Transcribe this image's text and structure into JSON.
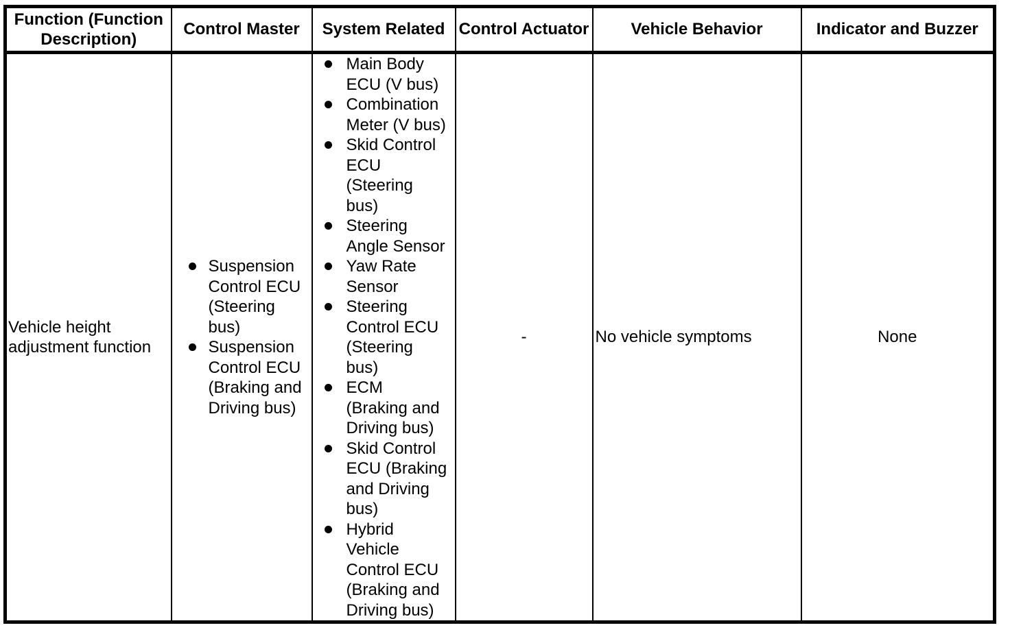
{
  "colors": {
    "border": "#000000",
    "background": "#ffffff",
    "text": "#000000"
  },
  "table": {
    "headers": [
      "Function (Function Description)",
      "Control Master",
      "System Related",
      "Control Actuator",
      "Vehicle Behavior",
      "Indicator and Buzzer"
    ],
    "row": {
      "function_description": "Vehicle height adjustment function",
      "control_master_items": [
        "Suspension Control ECU (Steering bus)",
        "Suspension Control ECU (Braking and Driving bus)"
      ],
      "system_related_items": [
        "Main Body ECU (V bus)",
        "Combination Meter (V bus)",
        "Skid Control ECU (Steering bus)",
        "Steering Angle Sensor",
        "Yaw Rate Sensor",
        "Steering Control ECU (Steering bus)",
        "ECM (Braking and Driving bus)",
        "Skid Control ECU (Braking and Driving bus)",
        "Hybrid Vehicle Control ECU (Braking and Driving bus)"
      ],
      "control_actuator": "-",
      "vehicle_behavior": "No vehicle symptoms",
      "indicator_and_buzzer": "None"
    }
  }
}
